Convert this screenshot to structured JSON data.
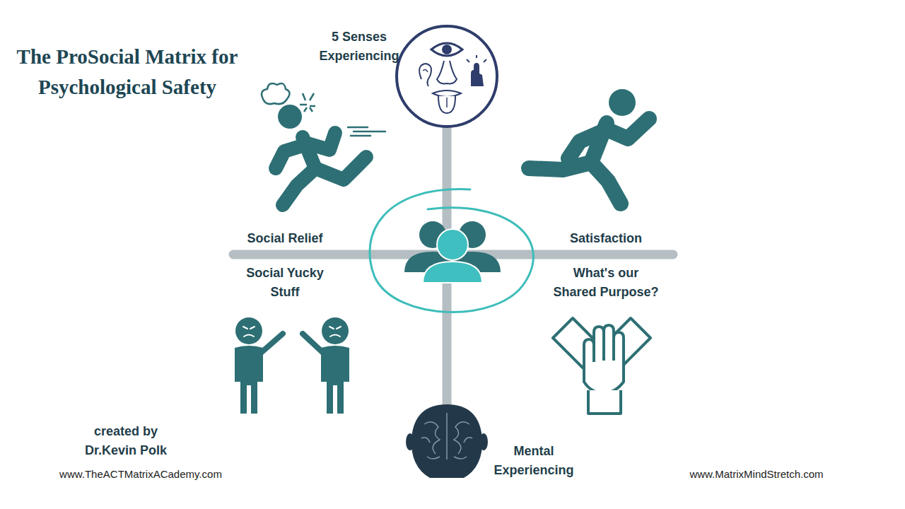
{
  "diagram": {
    "title": "The ProSocial Matrix for Psychological Safety",
    "labels": [
      "5 Senses Experiencing",
      "Social Relief",
      "Satisfaction",
      "Social Yucky Stuff",
      "What's our Shared Purpose?",
      "Mental Experiencing",
      "created by Dr.Kevin Polk",
      "www.TheACTMatrixACademy.com",
      "www.MatrixMindStretch.com"
    ]
  }
}
